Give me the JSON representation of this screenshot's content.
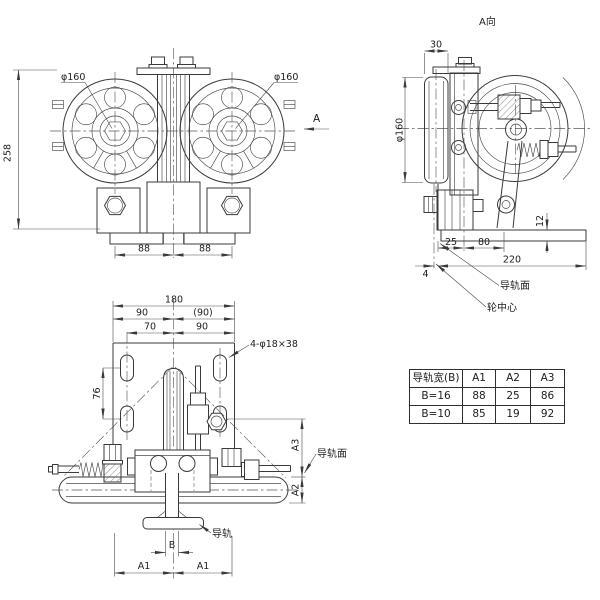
{
  "front_view": {
    "dim_height": "258",
    "dim_phi_left": "φ160",
    "dim_phi_right": "φ160",
    "dim_88_left": "88",
    "dim_88_right": "88",
    "view_arrow": "A"
  },
  "side_view": {
    "title": "A向",
    "dim_width": "30",
    "dim_phi": "φ160",
    "dim_12": "12",
    "dim_25": "25",
    "dim_80": "80",
    "dim_4": "4",
    "dim_220": "220",
    "label_rail_face": "导轨面",
    "label_wheel_center": "轮中心"
  },
  "plan_view": {
    "dim_180": "180",
    "dim_90": "90",
    "dim_90_ref": "(90)",
    "dim_70": "70",
    "dim_90_b": "90",
    "dim_76": "76",
    "slots_label": "4-φ18×38",
    "dim_a3": "A3",
    "dim_a2": "A2",
    "dim_b": "B",
    "dim_a1_left": "A1",
    "dim_a1_right": "A1",
    "label_rail_face": "导轨面",
    "label_rail": "导轨"
  },
  "table": {
    "headers": [
      "导轨宽(B)",
      "A1",
      "A2",
      "A3"
    ],
    "rows": [
      [
        "B=16",
        "88",
        "25",
        "86"
      ],
      [
        "B=10",
        "85",
        "19",
        "92"
      ]
    ]
  }
}
